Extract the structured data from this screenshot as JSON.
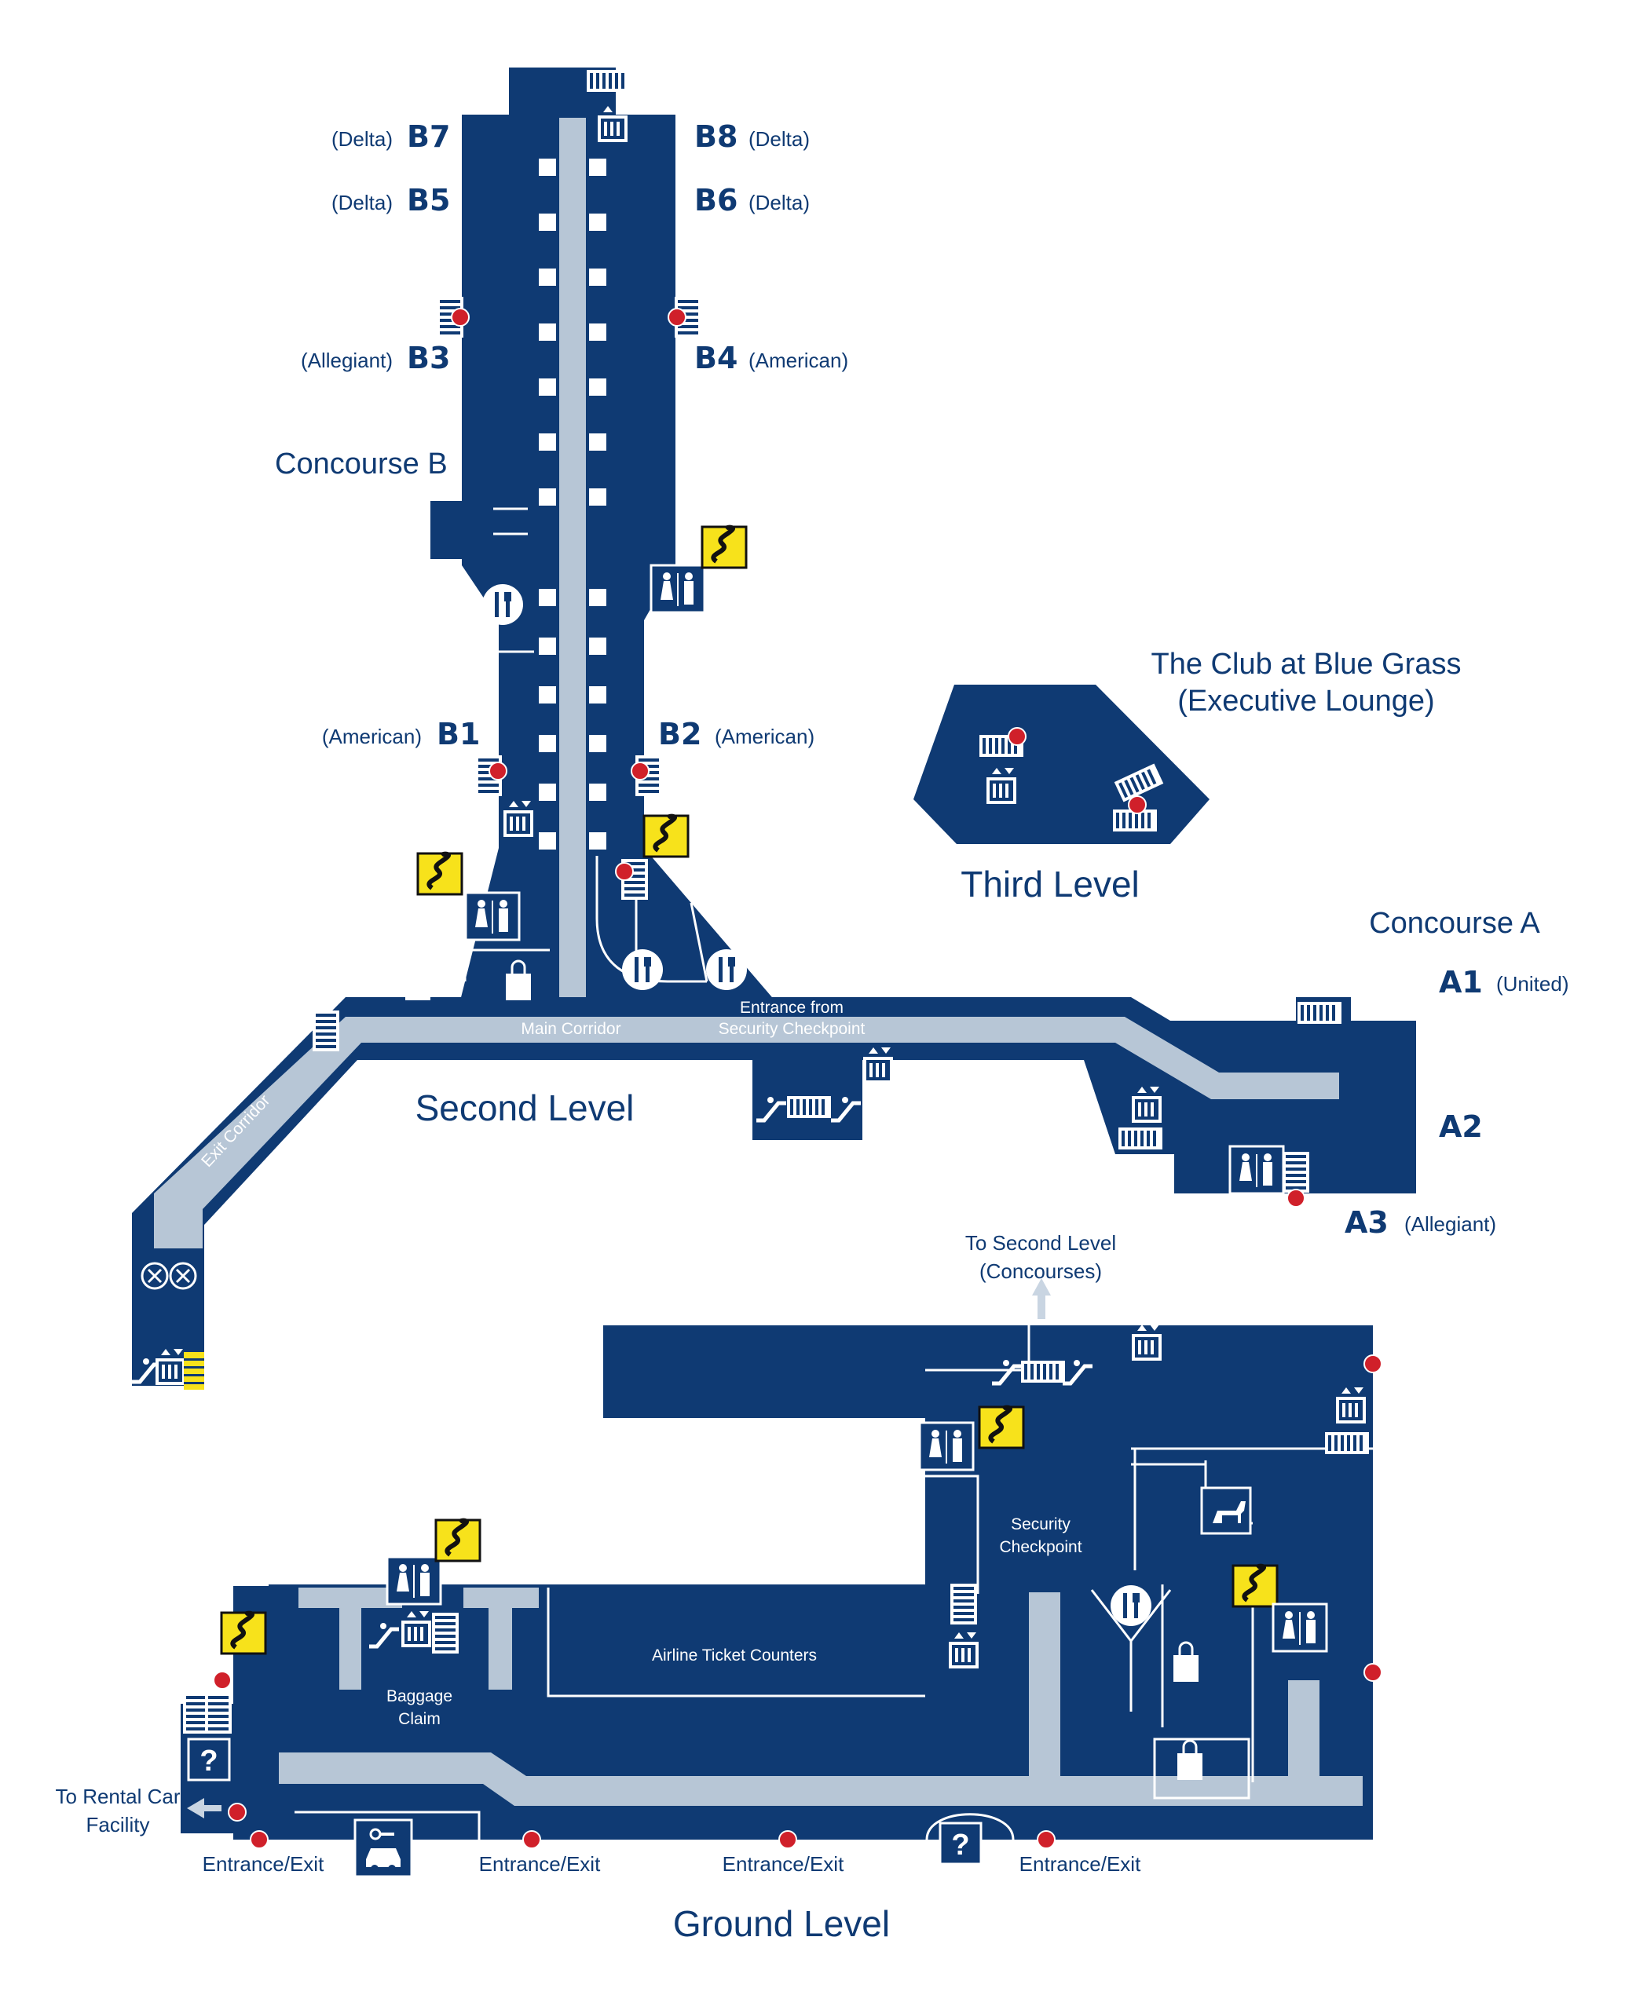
{
  "levels": {
    "second": "Second Level",
    "third": "Third Level",
    "ground": "Ground Level"
  },
  "concourses": {
    "b": "Concourse B",
    "a": "Concourse A"
  },
  "gates": {
    "b7": {
      "gate": "B7",
      "airline": "(Delta)"
    },
    "b8": {
      "gate": "B8",
      "airline": "(Delta)"
    },
    "b5": {
      "gate": "B5",
      "airline": "(Delta)"
    },
    "b6": {
      "gate": "B6",
      "airline": "(Delta)"
    },
    "b3": {
      "gate": "B3",
      "airline": "(Allegiant)"
    },
    "b4": {
      "gate": "B4",
      "airline": "(American)"
    },
    "b1": {
      "gate": "B1",
      "airline": "(American)"
    },
    "b2": {
      "gate": "B2",
      "airline": "(American)"
    },
    "a1": {
      "gate": "A1",
      "airline": "(United)"
    },
    "a2": {
      "gate": "A2",
      "airline": ""
    },
    "a3": {
      "gate": "A3",
      "airline": "(Allegiant)"
    }
  },
  "club": {
    "line1": "The Club at Blue Grass",
    "line2": "(Executive Lounge)"
  },
  "corridors": {
    "main": "Main Corridor",
    "exit": "Exit Corridor",
    "entrance_line1": "Entrance from",
    "entrance_line2": "Security Checkpoint"
  },
  "ground": {
    "to_second_line1": "To Second Level",
    "to_second_line2": "(Concourses)",
    "security_line1": "Security",
    "security_line2": "Checkpoint",
    "ticket_counters": "Airline Ticket Counters",
    "baggage_line1": "Baggage",
    "baggage_line2": "Claim",
    "rental_line1": "To Rental Car",
    "rental_line2": "Facility",
    "entrance_exit": "Entrance/Exit"
  },
  "icons": {
    "restroom": "restroom-icon",
    "dining": "dining-icon",
    "shopping": "shopping-bag-icon",
    "elevator": "elevator-icon",
    "escalator": "escalator-icon",
    "stairs": "stairs-icon",
    "wet_floor": "wet-floor-caution-icon",
    "info": "information-icon",
    "service_animal": "service-animal-relief-icon",
    "no_entry": "no-entry-icon",
    "rental_car": "rental-car-icon",
    "exit_point": "exit-point-dot"
  },
  "colors": {
    "terminal": "#0f3a73",
    "corridor": "#b7c6d6",
    "exit_dot": "#d0202a",
    "caution": "#f7e21b"
  }
}
